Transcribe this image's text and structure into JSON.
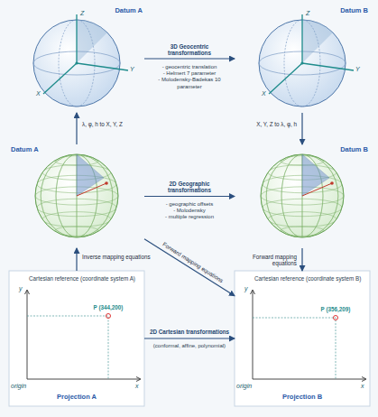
{
  "diagram": {
    "nodes": [
      {
        "text": [
          "Datum A"
        ]
      },
      {
        "text": [
          "Datum B"
        ]
      },
      {
        "text": [
          "Datum A"
        ]
      },
      {
        "text": [
          "Datum B"
        ]
      },
      {
        "text": [
          "Cartesian reference (coordinate system A)",
          "P (344,200)",
          "Projection A"
        ]
      },
      {
        "text": [
          "Cartesian reference (coordinate system B)",
          "P (356,209)",
          "Projection B"
        ]
      }
    ],
    "edges": [
      {
        "from": 0,
        "to": 1,
        "arrow": "to",
        "label": "3D Geocentric transformations"
      },
      {
        "from": 2,
        "to": 0,
        "arrow": "to",
        "label": "λ, φ, h to X, Y, Z"
      },
      {
        "from": 1,
        "to": 3,
        "arrow": "to",
        "label": "X, Y, Z to λ, φ, h"
      },
      {
        "from": 2,
        "to": 3,
        "arrow": "to",
        "label": "2D Geographic transformations"
      },
      {
        "from": 4,
        "to": 2,
        "arrow": "to",
        "label": "Inverse mapping equations"
      },
      {
        "from": 2,
        "to": 5,
        "arrow": "to",
        "label": "Forward mapping equations"
      },
      {
        "from": 3,
        "to": 5,
        "arrow": "to",
        "label": "Forward mapping equations"
      },
      {
        "from": 4,
        "to": 5,
        "arrow": "to",
        "label": "2D Cartesian transformations"
      }
    ],
    "labels": [
      "Z",
      "X",
      "Y",
      "Z",
      "X",
      "Y",
      "- geocentric translation",
      "- Helmert 7 parameter",
      "- Molodensky-Badekas 10 parameter",
      "- geographic offsets",
      "- Molodensky",
      "- multiple regression",
      "y",
      "x",
      "origin",
      "y",
      "x",
      "origin",
      "(conformal, affine, polynomial)"
    ]
  }
}
